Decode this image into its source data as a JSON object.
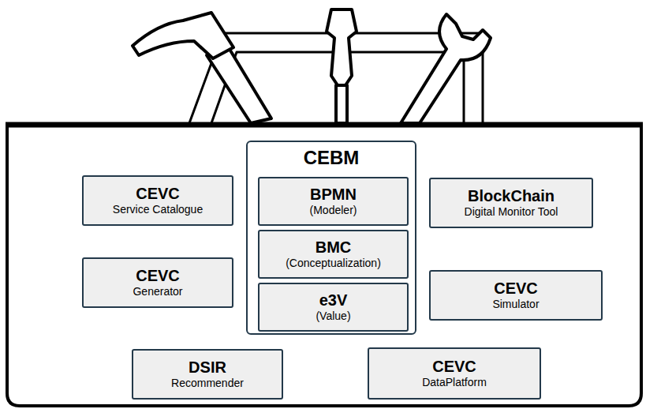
{
  "diagram": {
    "nodes": [
      {
        "text": [
          "CEVC",
          "Service Catalogue"
        ]
      },
      {
        "text": [
          "CEBM"
        ]
      },
      {
        "text": [
          "BPMN",
          "(Modeler)"
        ],
        "in": 1
      },
      {
        "text": [
          "BMC",
          "(Conceptualization)"
        ],
        "in": 1
      },
      {
        "text": [
          "e3V",
          "(Value)"
        ],
        "in": 1
      },
      {
        "text": [
          "BlockChain",
          "Digital Monitor Tool"
        ]
      },
      {
        "text": [
          "CEVC",
          "Generator"
        ]
      },
      {
        "text": [
          "CEVC",
          "Simulator"
        ]
      },
      {
        "text": [
          "DSIR",
          "Recommender"
        ]
      },
      {
        "text": [
          "CEVC",
          "DataPlatform"
        ]
      }
    ],
    "edges": []
  }
}
